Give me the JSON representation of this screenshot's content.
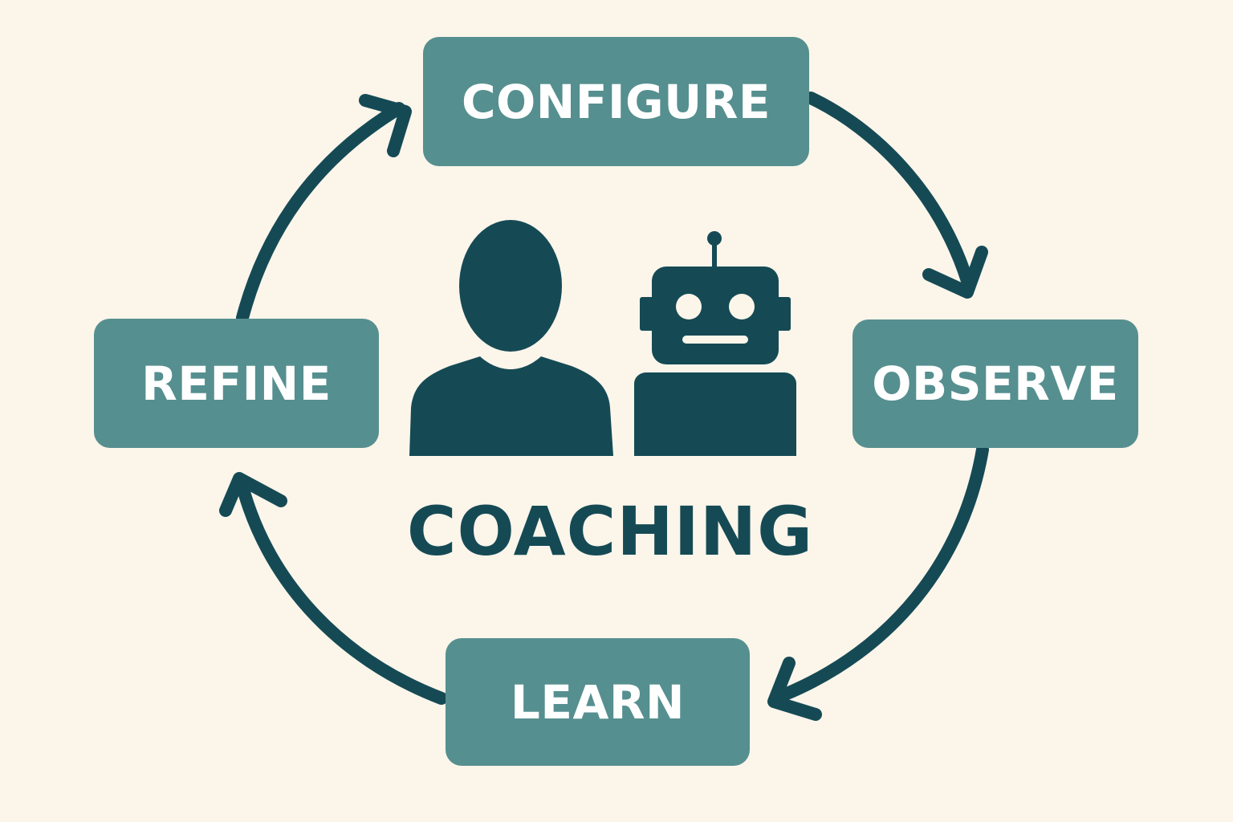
{
  "diagram": {
    "center_label": "COACHING",
    "steps": [
      {
        "id": "configure",
        "label": "CONFIGURE"
      },
      {
        "id": "observe",
        "label": "OBSERVE"
      },
      {
        "id": "learn",
        "label": "LEARN"
      },
      {
        "id": "refine",
        "label": "REFINE"
      }
    ],
    "icons": [
      "person-icon",
      "robot-icon"
    ],
    "colors": {
      "background": "#fbf5ea",
      "box_fill": "#568f8f",
      "box_text": "#ffffff",
      "arrow": "#154a55",
      "icon": "#154a55",
      "center_text": "#154a55"
    }
  }
}
